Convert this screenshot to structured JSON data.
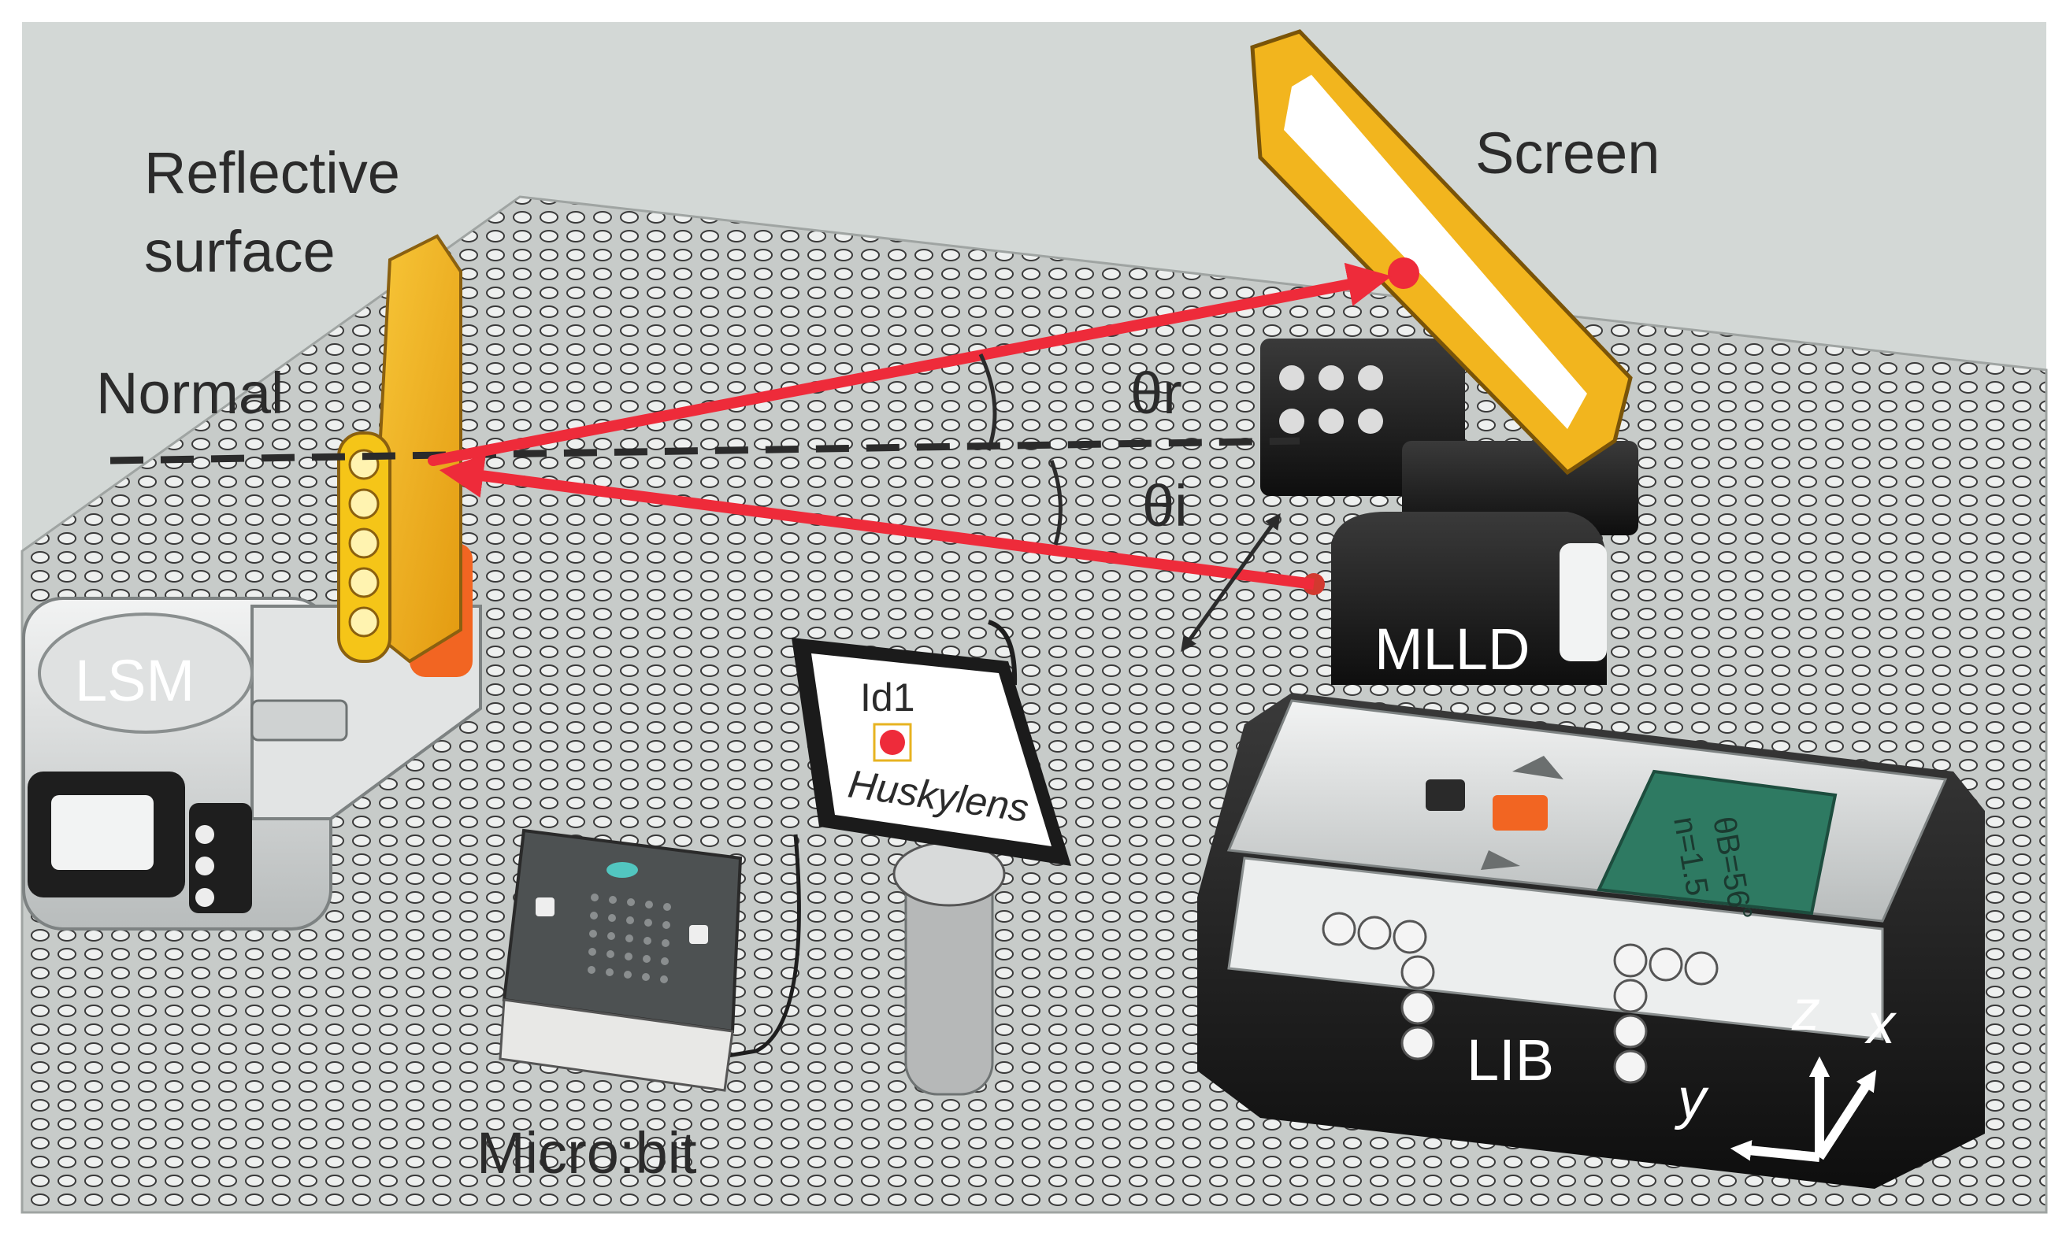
{
  "labels": {
    "reflective_surface_line1": "Reflective",
    "reflective_surface_line2": "surface",
    "normal": "Normal",
    "screen": "Screen",
    "theta_r": "θr",
    "theta_i": "θi",
    "lsm": "LSM",
    "mlld": "MLLD",
    "lib": "LIB",
    "microbit": "Micro:bit",
    "huskylens_id": "Id1",
    "huskylens_name": "Huskylens",
    "display_line1": "θB=56°",
    "display_line2": "n=1.5",
    "axis_x": "x",
    "axis_y": "y",
    "axis_z": "z"
  },
  "colors": {
    "background": "#d3d8d6",
    "baseplate": "#c4c8c6",
    "laser": "#ee2b3a",
    "lego_yellow": "#f2b51e",
    "lego_dark": "#1e1e1e",
    "lego_light": "#e4e6e6",
    "display_green": "#2e7a62",
    "button_orange": "#f26522"
  }
}
